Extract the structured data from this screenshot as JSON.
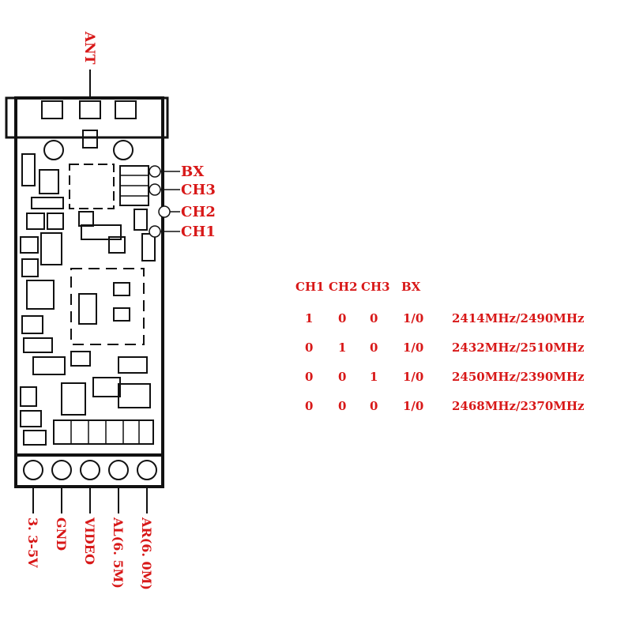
{
  "module": {
    "ant_label": "ANT",
    "side_pins": [
      "BX",
      "CH3",
      "CH2",
      "CH1"
    ],
    "bottom_pins": [
      "3. 3-5V",
      "GND",
      "VIDEO",
      "AL(6. 5M)",
      "AR(6. 0M)"
    ]
  },
  "table": {
    "headers": [
      "CH1",
      "CH2",
      "CH3",
      "BX"
    ],
    "rows": [
      {
        "ch1": "1",
        "ch2": "0",
        "ch3": "0",
        "bx": "1/0",
        "freq": "2414MHz/2490MHz"
      },
      {
        "ch1": "0",
        "ch2": "1",
        "ch3": "0",
        "bx": "1/0",
        "freq": "2432MHz/2510MHz"
      },
      {
        "ch1": "0",
        "ch2": "0",
        "ch3": "1",
        "bx": "1/0",
        "freq": "2450MHz/2390MHz"
      },
      {
        "ch1": "0",
        "ch2": "0",
        "ch3": "0",
        "bx": "1/0",
        "freq": "2468MHz/2370MHz"
      }
    ]
  },
  "colors": {
    "label": "#d81818",
    "outline": "#111111"
  }
}
